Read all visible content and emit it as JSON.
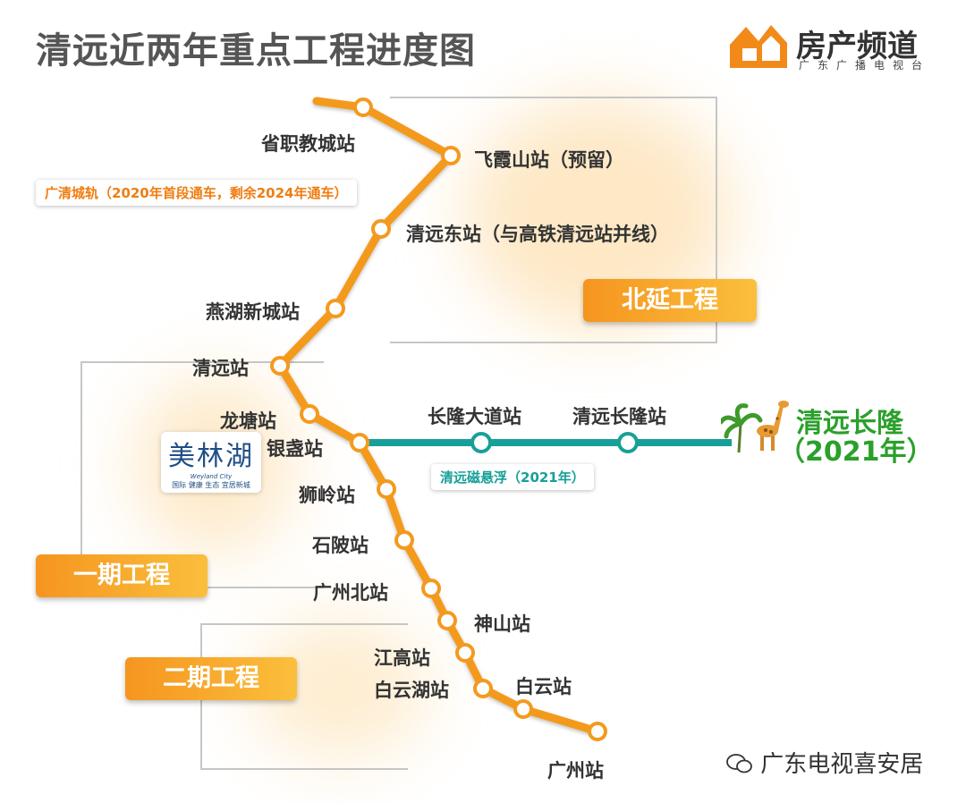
{
  "title": "清远近两年重点工程进度图",
  "brand": {
    "name": "房产频道",
    "sub": "广东广播电视台",
    "logo_icon": "house-logo-icon",
    "color": "#f28a1a"
  },
  "colors": {
    "orange_line": "#f39a1e",
    "teal_line": "#17a098",
    "green_text": "#2ba02b",
    "bracket": "#c6c6c6"
  },
  "phases": {
    "north": "北延工程",
    "phase1": "一期工程",
    "phase2": "二期工程"
  },
  "notes": {
    "guangqing": "广清城轨（2020年首段通车，剩余2024年通车）",
    "maglev": "清远磁悬浮（2021年）"
  },
  "stations": {
    "shengzhi": "省职教城站",
    "feixia": "飞霞山站（预留）",
    "qingyuan_east": "清远东站（与高铁清远站并线）",
    "yanhu": "燕湖新城站",
    "qingyuan": "清远站",
    "longtang": "龙塘站",
    "yinzhan": "银盏站",
    "shiling": "狮岭站",
    "shiqiao": "石陂站",
    "guangzhou_north": "广州北站",
    "shenshan": "神山站",
    "jianggao": "江高站",
    "baiyunhu": "白云湖站",
    "baiyun": "白云站",
    "guangzhou": "广州站",
    "changlong_avenue": "长隆大道站",
    "qingyuan_changlong": "清远长隆站"
  },
  "destination": {
    "name": "清远长隆",
    "year": "（2021年）",
    "icon": "giraffe-palm-icon"
  },
  "meilinhu": {
    "name": "美林湖",
    "en": "Weyland City",
    "slogan": "国际 健康 生态 宜居新城"
  },
  "watermark": {
    "icon": "wechat-icon",
    "text": "广东电视喜安居"
  }
}
